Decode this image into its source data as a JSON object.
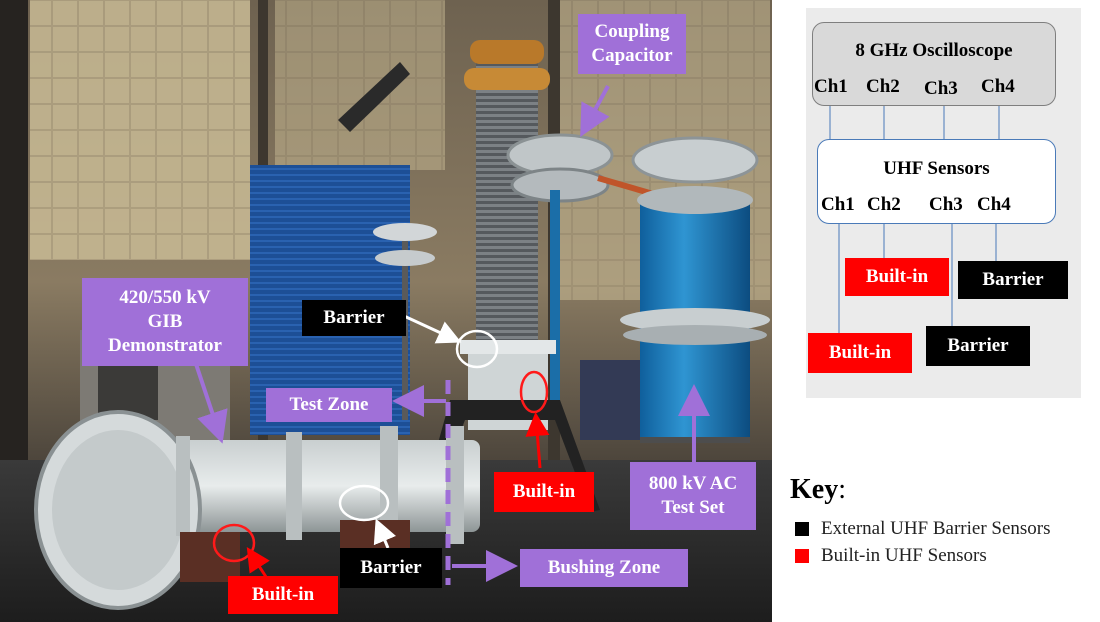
{
  "photo_labels": {
    "coupling_capacitor": "Coupling\nCapacitor",
    "gib_demonstrator": "420/550 kV\nGIB\nDemonstrator",
    "barrier_top": "Barrier",
    "test_zone": "Test Zone",
    "built_in_mid": "Built-in",
    "ac_test_set": "800 kV AC\nTest Set",
    "barrier_bottom": "Barrier",
    "bushing_zone": "Bushing Zone",
    "built_in_bottom": "Built-in"
  },
  "diagram": {
    "oscilloscope_title": "8 GHz Oscilloscope",
    "oscilloscope_channels": [
      "Ch1",
      "Ch2",
      "Ch3",
      "Ch4"
    ],
    "sensors_title": "UHF Sensors",
    "sensor_channels": [
      "Ch1",
      "Ch2",
      "Ch3",
      "Ch4"
    ],
    "sensor_boxes": {
      "ch2": "Built-in",
      "ch4": "Barrier",
      "ch1": "Built-in",
      "ch3": "Barrier"
    }
  },
  "key": {
    "title": "Key",
    "title_suffix": ":",
    "items": [
      {
        "label": "External UHF Barrier Sensors",
        "color": "#000000"
      },
      {
        "label": "Built-in UHF Sensors",
        "color": "#ff0000"
      }
    ]
  },
  "colors": {
    "label_purple": "#a070d8",
    "label_red": "#ff0000",
    "label_black": "#000000",
    "panel_gray": "#ebebeb",
    "osc_gray": "#d9d9d9",
    "wire_blue": "#4a7ab8"
  }
}
